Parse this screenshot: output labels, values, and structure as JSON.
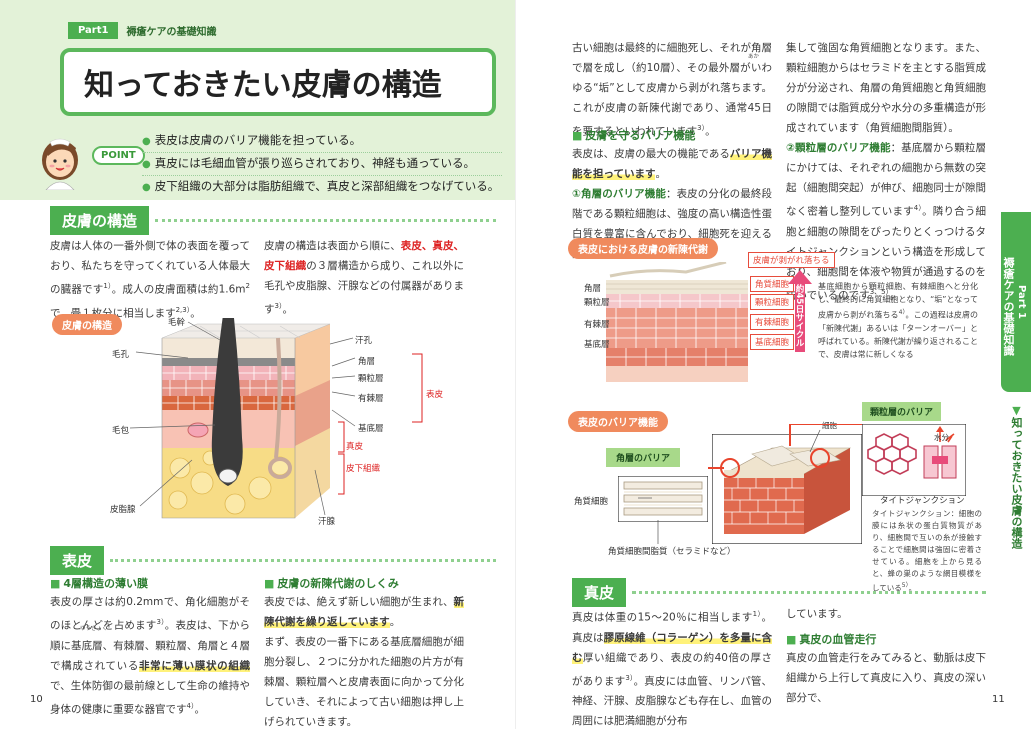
{
  "left": {
    "part_label": "Part1",
    "part_title": "褥瘡ケアの基礎知識",
    "main_title": "知っておきたい皮膚の構造",
    "point_label": "POINT",
    "points": [
      "表皮は皮膚のバリア機能を担っている。",
      "真皮には毛細血管が張り巡らされており、神経も通っている。",
      "皮下組織の大部分は脂肪組織で、真皮と深部組織をつなげている。"
    ],
    "sec1_title": "皮膚の構造",
    "sec1_col1": [
      "皮膚は人体の一番外側で体の表面を覆っており、私たちを守ってくれている人体最大の臓器です",
      "1）",
      "。成人の皮膚面積は約1.6m",
      "2",
      "で、畳１枚分に相当します",
      "2,3）",
      "。"
    ],
    "sec1_col2": [
      "皮膚の構造は表面から順に、",
      "表皮、真皮、皮下組織",
      "の３層構造から成り、これ以外に毛孔や皮脂腺、汗腺などの付属器があります",
      "3）",
      "。"
    ],
    "fig1_title": "皮膚の構造",
    "fig1_labels": {
      "hair_shaft": "毛幹",
      "pore": "毛孔",
      "follicle": "毛包",
      "sebaceous": "皮脂腺",
      "sweat_pore": "汗孔",
      "horny": "角層",
      "granular": "顆粒層",
      "spinous": "有棘層",
      "basal": "基底層",
      "epidermis": "表皮",
      "dermis": "真皮",
      "subcutis": "皮下組織",
      "sweat_gland": "汗腺"
    },
    "sec2_title": "表皮",
    "sub1_title": "4層構造の薄い膜",
    "sub1_text": [
      "表皮の厚さは約0.2mmで、角化細胞がそのほとんどを占めます",
      "3）",
      "。表皮は、下から順に基底層、有棘層、顆粒層、角層と４層で構成されている",
      "非常に薄い膜状の組織",
      "で、生体防御の最前線として生命の維持や身体の健康に重要な器官です",
      "4）",
      "。"
    ],
    "ruby_spinous": "ゆうきょく",
    "sub2_title": "皮膚の新陳代謝のしくみ",
    "sub2_text": [
      "表皮では、絶えず新しい細胞が生まれ、",
      "新陳代謝を繰り返しています",
      "。",
      "まず、表皮の一番下にある基底層細胞が細胞分裂し、２つに分かれた細胞の片方が有棘層、顆粒層へと皮膚表面に向かって分化していき、それによって古い細胞は押し上げられていきます。"
    ],
    "page_number": "10"
  },
  "right": {
    "col1_top": "古い細胞は最終的に細胞死し、それが角層で層を成し（約10層）、その最外層がいわゆる“垢”として皮膚から剥がれ落ちます。これが皮膚の新陳代謝であり、通常45日を要するといわれています",
    "col1_top_ref": "3）",
    "ruby_aka": "あか",
    "col2_top": "集して強固な角質細胞となります。また、顆粒細胞からはセラミドを主とする脂質成分が分泌され、角層の角質細胞と角質細胞の隙間では脂質成分や水分の多重構造が形成されています（角質細胞間脂質）。",
    "barrier_head": "皮膚を守るバリア機能",
    "barrier_text1": "表皮は、皮膚の最大の機能である",
    "barrier_hl": "バリア機能を担っています",
    "barrier_text2": "。",
    "horny_barrier_label": "①角層のバリア機能",
    "horny_barrier_text": "：表皮の分化の最終段階である顆粒細胞は、強度の高い構造性蛋白質を豊富に含んでおり、細胞死を迎える際に強く凝",
    "granular_barrier_label": "②顆粒層のバリア機能",
    "granular_barrier_text": "：基底層から顆粒層にかけては、それぞれの細胞から無数の突起（細胞間突起）が伸び、細胞同士が隙間なく密着し整列しています",
    "granular_barrier_ref": "4）",
    "granular_barrier_text2": "。隣り合う細胞と細胞の隙間をぴったりとくっつけるタイトジャンクションという構造を形成しており、細胞間を体液や物質が通過するのを防いでいるのです",
    "granular_barrier_ref2": "3、5）",
    "granular_barrier_end": "。",
    "fig2_title": "表皮における皮膚の新陳代謝",
    "fig2_peel": "皮膚が剥がれ落ちる",
    "fig2_layers": [
      "角層",
      "顆粒層",
      "有棘層",
      "基底層"
    ],
    "fig2_boxes": [
      "角質細胞",
      "顆粒細胞",
      "有棘細胞",
      "基底細胞"
    ],
    "fig2_cycle": "約45日サイクル",
    "fig2_caption": "基底細胞から顆粒細胞、有棘細胞へと分化し、最終的に角質細胞となり、“垢”となって皮膚から剥がれ落ちる",
    "fig2_caption_ref": "4）",
    "fig2_caption2": "。この過程は皮膚の「新陳代謝」あるいは「ターンオーバー」と呼ばれている。新陳代謝が繰り返されることで、皮膚は常に新しくなる",
    "fig3_title": "表皮のバリア機能",
    "fig3_horny_barrier": "角層のバリア",
    "fig3_granular_barrier": "顆粒層のバリア",
    "fig3_cell": "細胞",
    "fig3_water": "水分",
    "fig3_keratocyte": "角質細胞",
    "fig3_lipid": "角質細胞間脂質（セラミドなど）",
    "fig3_tj": "タイトジャンクション",
    "fig3_tj_caption": "タイトジャンクション：細胞の膜には糸状の蛋白質物質があり、細胞間で互いの糸が接触することで細胞間は強固に密着させている。細胞を上から見ると、蜂の巣のような網目模様をしている",
    "fig3_tj_ref": "5）",
    "fig3_tj_end": "。",
    "sec3_title": "真皮",
    "dermis_text1": "真皮は体重の15〜20％に相当します",
    "dermis_ref1": "1）",
    "dermis_text1b": "。真皮は",
    "dermis_hl": "膠原線維（コラーゲン）を多量に含む",
    "dermis_text1c": "厚い組織であり、表皮の約40倍の厚さがあります",
    "dermis_ref2": "3）",
    "dermis_text1d": "。真皮には血管、リンパ管、神経、汗腺、皮脂腺なども存在し、血管の周囲には肥満細胞が分布",
    "dermis_text2": "しています。",
    "vessel_head": "真皮の血管走行",
    "vessel_text": "真皮の血管走行をみてみると、動脈は皮下組織から上行して真皮に入り、真皮の深い部分で、",
    "side_part": "Part 1",
    "side_title": "褥瘡ケアの基礎知識",
    "side_sub": "知っておきたい皮膚の構造",
    "page_number": "11"
  }
}
